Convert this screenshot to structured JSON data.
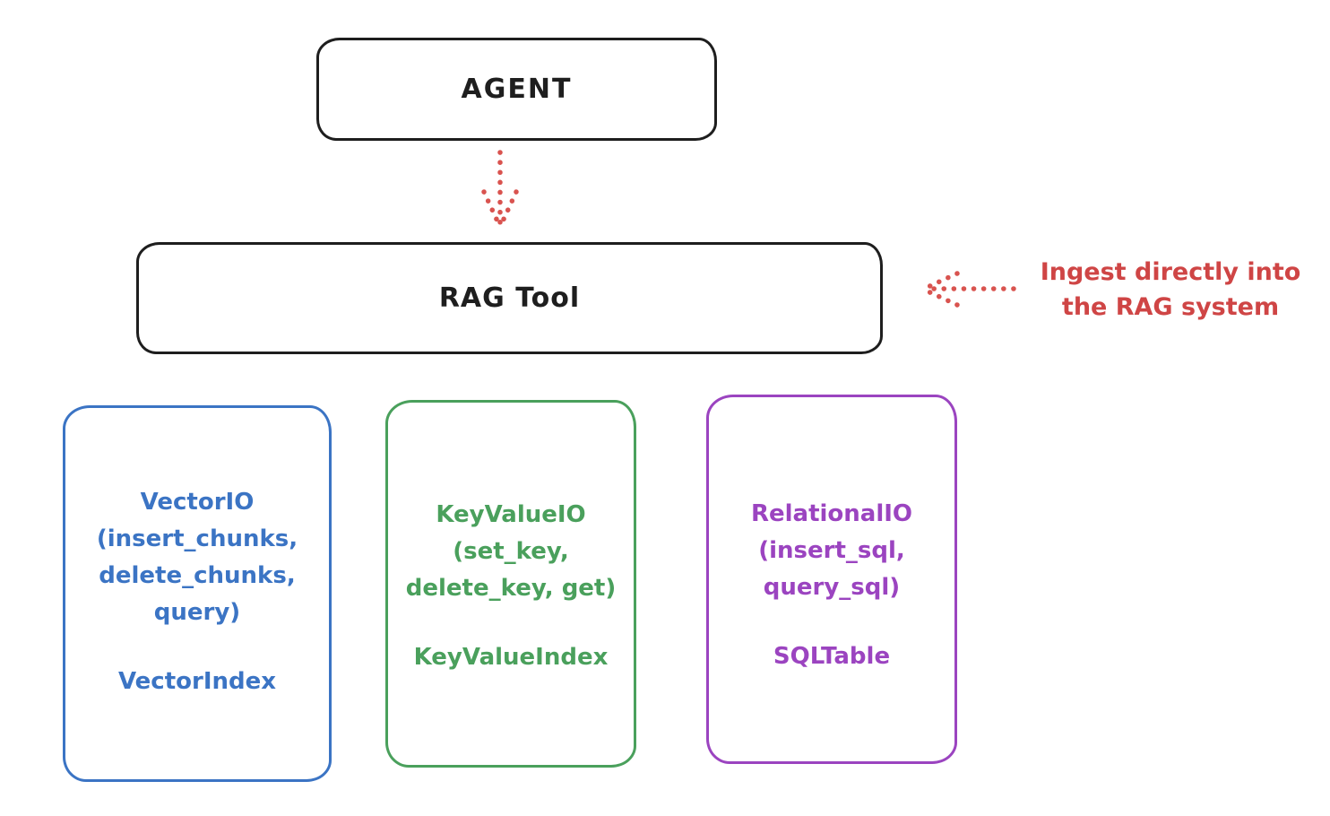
{
  "diagram": {
    "title_hint": "RAG Tool architecture sketch",
    "agent_box": {
      "label": "AGENT"
    },
    "rag_tool_box": {
      "label": "RAG Tool"
    },
    "annotation": {
      "line1": "Ingest directly into",
      "line2": "the RAG system",
      "color": "#cf4545"
    },
    "arrows": [
      {
        "from": "agent-box",
        "to": "rag-tool-box",
        "style": "dotted",
        "color": "#d9534f",
        "direction": "down"
      },
      {
        "from": "annotation",
        "to": "rag-tool-box",
        "style": "dotted",
        "color": "#d9534f",
        "direction": "left"
      }
    ],
    "store_boxes": [
      {
        "name": "vector-io",
        "color": "#3b74c4",
        "lines": [
          "VectorIO",
          "(insert_chunks,",
          "delete_chunks,",
          "query)"
        ],
        "index_label": "VectorIndex"
      },
      {
        "name": "keyvalue-io",
        "color": "#4aa05c",
        "lines": [
          "KeyValueIO",
          "(set_key,",
          "delete_key, get)"
        ],
        "index_label": "KeyValueIndex"
      },
      {
        "name": "relational-io",
        "color": "#9b44c0",
        "lines": [
          "RelationalIO",
          "(insert_sql,",
          "query_sql)"
        ],
        "index_label": "SQLTable"
      }
    ],
    "colors": {
      "stroke_black": "#1e1e1e",
      "red": "#cf4545",
      "blue": "#3b74c4",
      "green": "#4aa05c",
      "purple": "#9b44c0",
      "background": "#ffffff"
    }
  }
}
